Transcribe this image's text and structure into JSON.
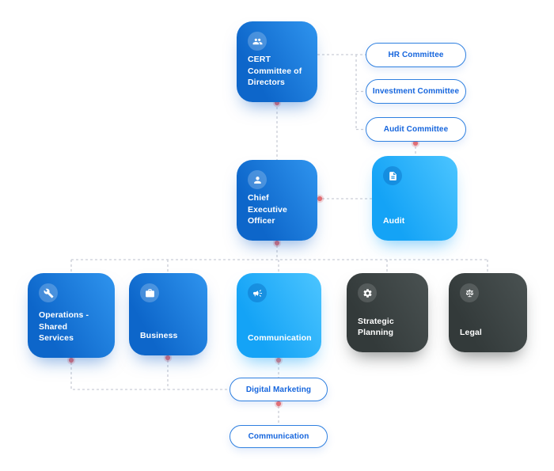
{
  "diagram": {
    "type": "org-chart",
    "nodes": {
      "cert": {
        "label": "CERT Committee of Directors",
        "icon": "group-icon",
        "variant": "blue-card"
      },
      "hr": {
        "label": "HR Committee",
        "variant": "pill"
      },
      "investment": {
        "label": "Investment Committee",
        "variant": "pill"
      },
      "audit_committee": {
        "label": "Audit Committee",
        "variant": "pill"
      },
      "ceo": {
        "label": "Chief Executive Officer",
        "icon": "person-icon",
        "variant": "blue-card"
      },
      "audit": {
        "label": "Audit",
        "icon": "document-icon",
        "variant": "cyan-card"
      },
      "operations": {
        "label": "Operations - Shared Services",
        "icon": "wrench-icon",
        "variant": "blue-card"
      },
      "business": {
        "label": "Business",
        "icon": "briefcase-icon",
        "variant": "blue-card"
      },
      "communication": {
        "label": "Communication",
        "icon": "megaphone-icon",
        "variant": "cyan-card"
      },
      "strategic": {
        "label": "Strategic Planning",
        "icon": "gear-icon",
        "variant": "dark-card"
      },
      "legal": {
        "label": "Legal",
        "icon": "scales-icon",
        "variant": "dark-card"
      },
      "digital_marketing": {
        "label": "Digital Marketing",
        "variant": "pill"
      },
      "communication_sub": {
        "label": "Communication",
        "variant": "pill"
      }
    },
    "edges": [
      {
        "from": "cert",
        "to": "ceo"
      },
      {
        "from": "cert",
        "to": "hr"
      },
      {
        "from": "cert",
        "to": "investment"
      },
      {
        "from": "cert",
        "to": "audit_committee"
      },
      {
        "from": "audit_committee",
        "to": "audit"
      },
      {
        "from": "ceo",
        "to": "audit"
      },
      {
        "from": "ceo",
        "to": "operations"
      },
      {
        "from": "ceo",
        "to": "business"
      },
      {
        "from": "ceo",
        "to": "communication"
      },
      {
        "from": "ceo",
        "to": "strategic"
      },
      {
        "from": "ceo",
        "to": "legal"
      },
      {
        "from": "operations",
        "to": "digital_marketing"
      },
      {
        "from": "business",
        "to": "digital_marketing"
      },
      {
        "from": "communication",
        "to": "digital_marketing"
      },
      {
        "from": "digital_marketing",
        "to": "communication_sub"
      }
    ],
    "colors": {
      "blue_card": "#1272d8",
      "cyan_card": "#24adfb",
      "dark_card": "#3b4242",
      "pill_border": "#2f80e0",
      "pill_text": "#1565dd",
      "card_text": "#ffffff",
      "connector_line": "#c9cdd6",
      "connection_dot": "#ef6f6f",
      "background": "#ffffff"
    }
  }
}
